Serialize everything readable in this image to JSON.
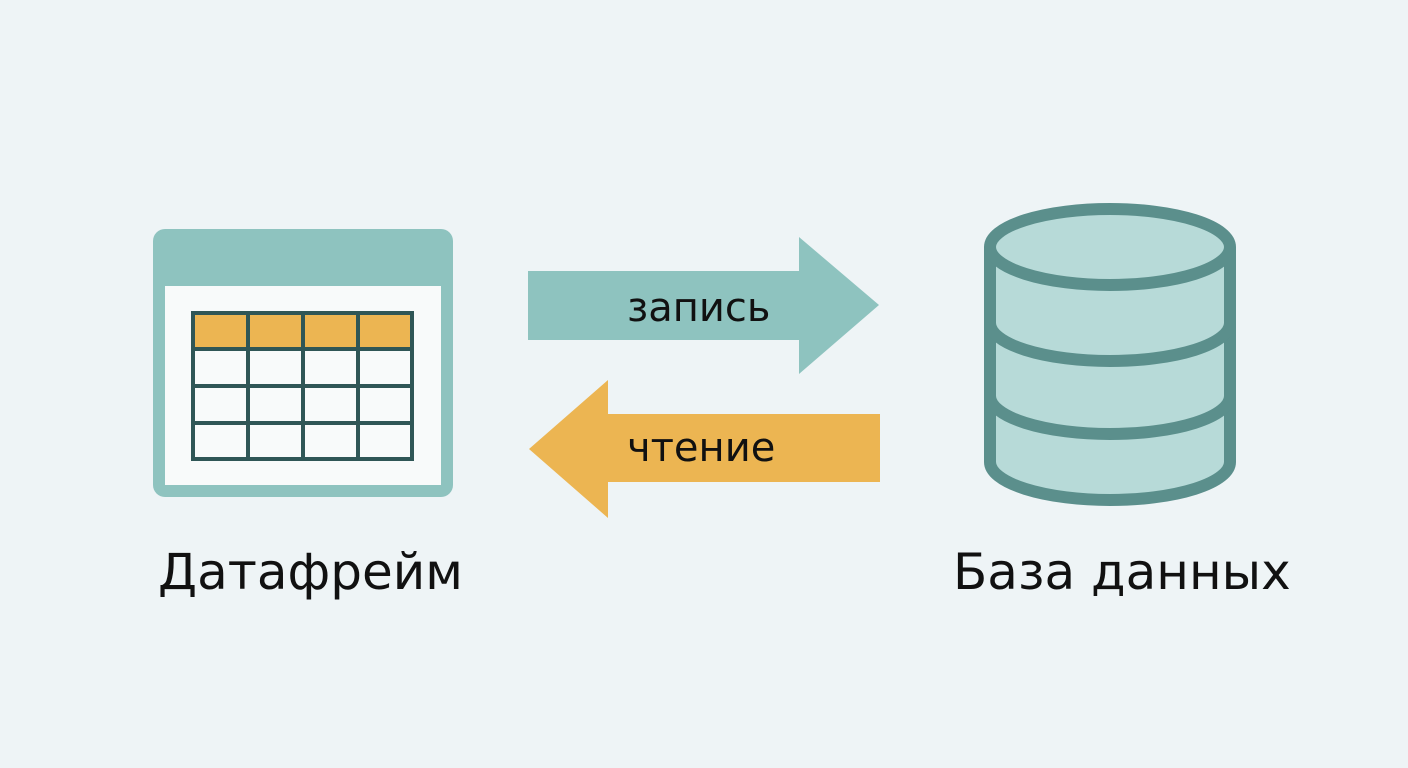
{
  "colors": {
    "background": "#eef4f6",
    "teal": "#8ec3bf",
    "teal_dark": "#3f6e6d",
    "teal_light": "#b7dad8",
    "amber": "#ecb552",
    "frame_white": "#f8fafa"
  },
  "nodes": {
    "dataframe": {
      "label": "Датафрейм",
      "icon": "table-window-icon"
    },
    "database": {
      "label": "База данных",
      "icon": "database-cylinder-icon"
    }
  },
  "arrows": {
    "write": {
      "label": "запись",
      "direction": "right"
    },
    "read": {
      "label": "чтение",
      "direction": "left"
    }
  }
}
